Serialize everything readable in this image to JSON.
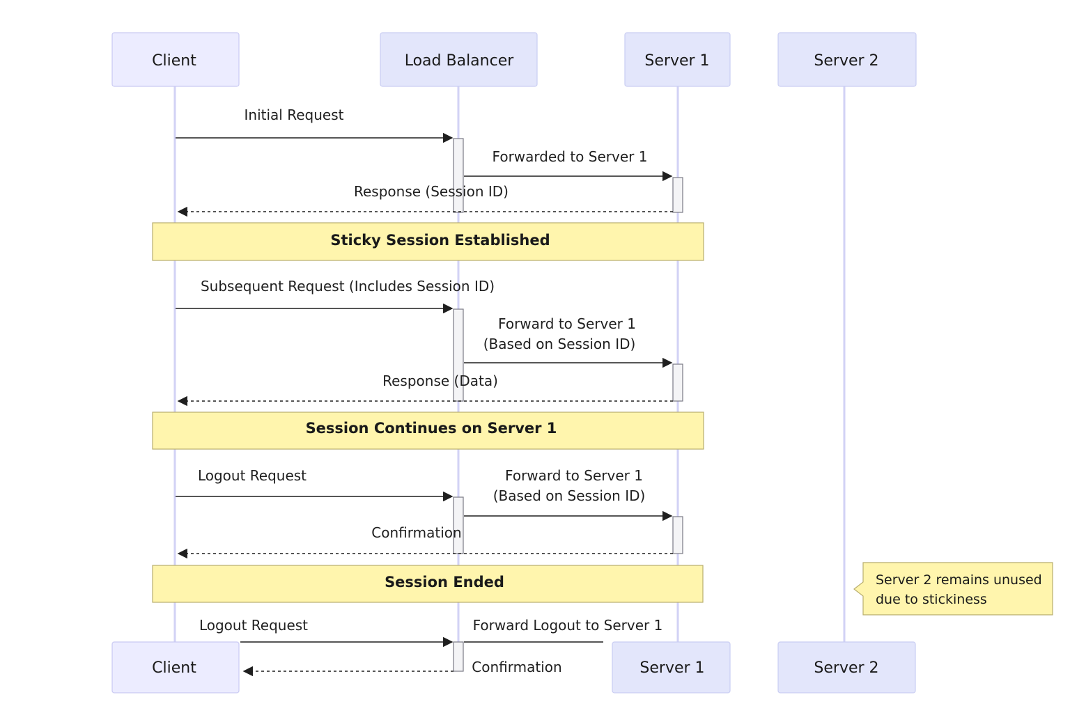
{
  "participants": [
    {
      "id": "client",
      "label": "Client"
    },
    {
      "id": "lb",
      "label": "Load Balancer"
    },
    {
      "id": "s1",
      "label": "Server 1"
    },
    {
      "id": "s2",
      "label": "Server 2"
    }
  ],
  "messages": [
    {
      "label": "Initial Request"
    },
    {
      "label": "Forwarded to Server 1"
    },
    {
      "label": "Response (Session ID)"
    },
    {
      "label": "Subsequent Request (Includes Session ID)"
    },
    {
      "label_line1": "Forward to Server 1",
      "label_line2": "(Based on Session ID)"
    },
    {
      "label": "Response (Data)"
    },
    {
      "label": "Logout Request"
    },
    {
      "label_line1": "Forward to Server 1",
      "label_line2": "(Based on Session ID)"
    },
    {
      "label": "Confirmation"
    },
    {
      "label": "Logout Request"
    },
    {
      "label": "Forward Logout to Server 1"
    },
    {
      "label": "Confirmation"
    }
  ],
  "notes": [
    {
      "label": "Sticky Session Established"
    },
    {
      "label": "Session Continues on Server 1"
    },
    {
      "label": "Session Ended"
    }
  ],
  "side_note": {
    "line1": "Server 2 remains unused",
    "line2": "due to stickiness"
  },
  "colors": {
    "actor_fill": "#ececff",
    "note_fill": "#fff5ad",
    "lifeline": "#d2d2f5"
  }
}
